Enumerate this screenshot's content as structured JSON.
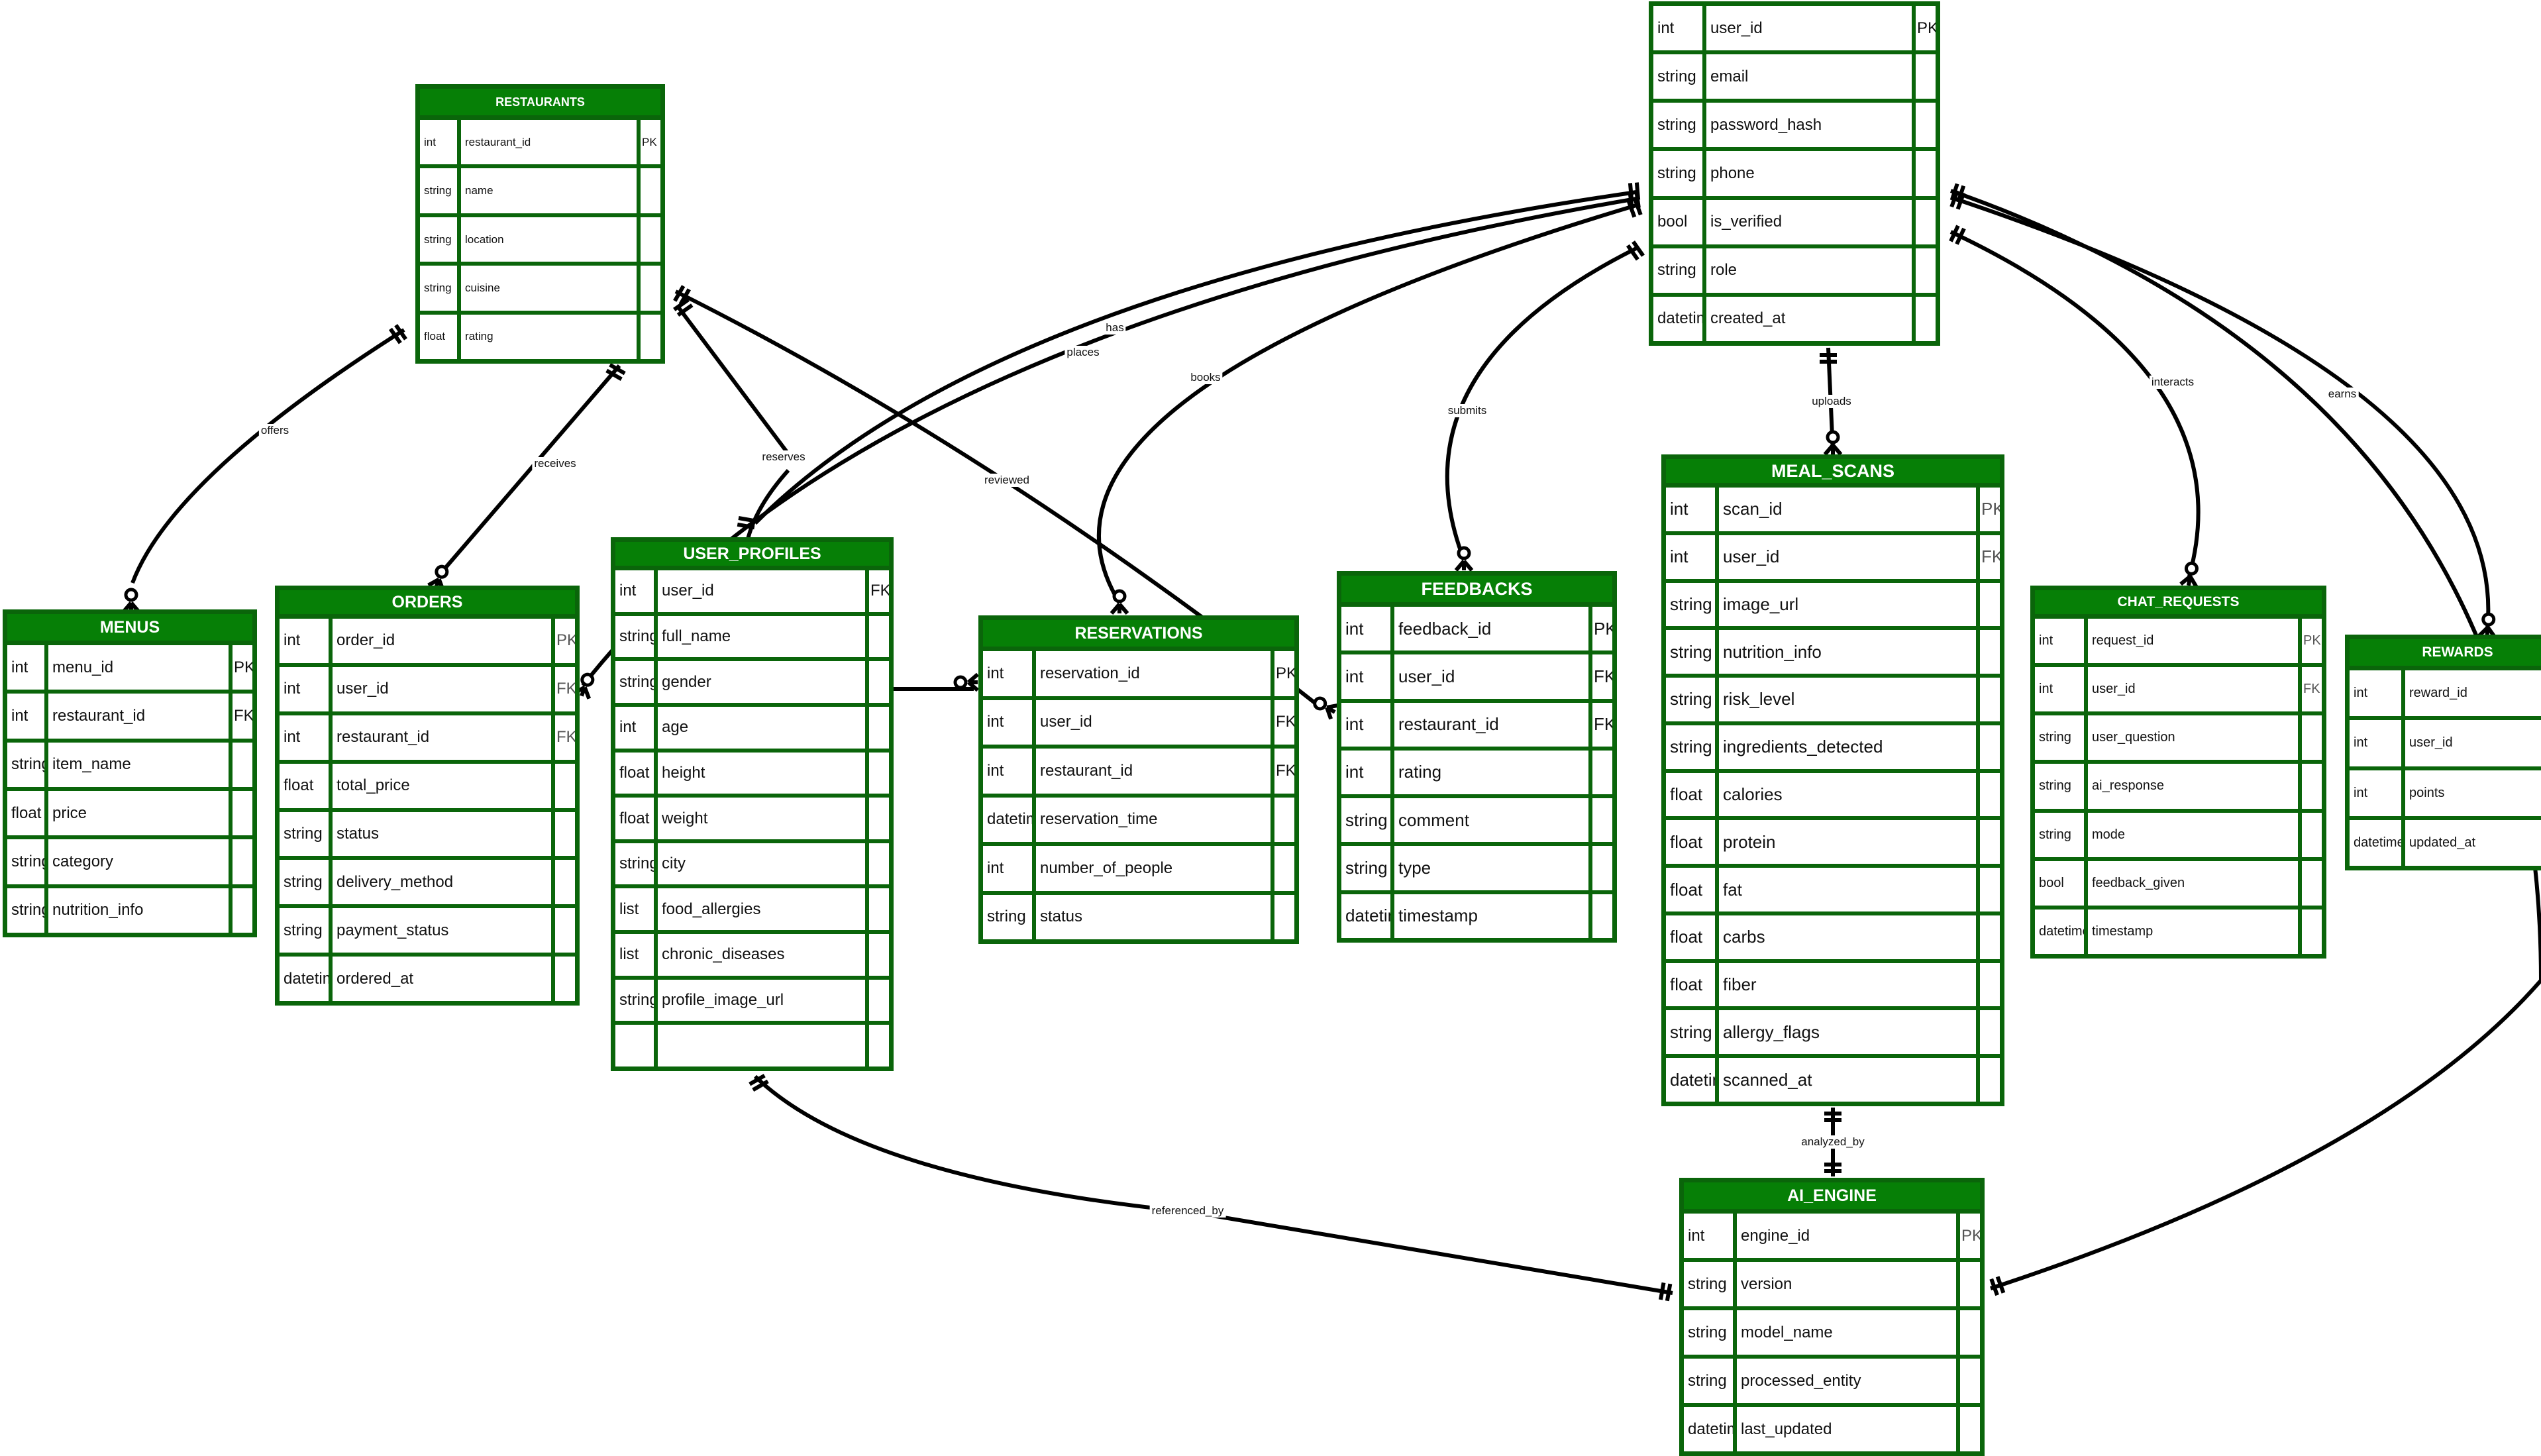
{
  "diagram": {
    "type": "entity-relationship",
    "entities": [
      {
        "id": "users",
        "title": "",
        "columns": [
          {
            "type": "int",
            "name": "user_id",
            "key": "PK"
          },
          {
            "type": "string",
            "name": "email",
            "key": ""
          },
          {
            "type": "string",
            "name": "password_hash",
            "key": ""
          },
          {
            "type": "string",
            "name": "phone",
            "key": ""
          },
          {
            "type": "bool",
            "name": "is_verified",
            "key": ""
          },
          {
            "type": "string",
            "name": "role",
            "key": ""
          },
          {
            "type": "datetime",
            "name": "created_at",
            "key": ""
          }
        ]
      },
      {
        "id": "restaurants",
        "title": "RESTAURANTS",
        "columns": [
          {
            "type": "int",
            "name": "restaurant_id",
            "key": "PK"
          },
          {
            "type": "string",
            "name": "name",
            "key": ""
          },
          {
            "type": "string",
            "name": "location",
            "key": ""
          },
          {
            "type": "string",
            "name": "cuisine",
            "key": ""
          },
          {
            "type": "float",
            "name": "rating",
            "key": ""
          }
        ]
      },
      {
        "id": "menus",
        "title": "MENUS",
        "columns": [
          {
            "type": "int",
            "name": "menu_id",
            "key": "PK"
          },
          {
            "type": "int",
            "name": "restaurant_id",
            "key": "FK"
          },
          {
            "type": "string",
            "name": "item_name",
            "key": ""
          },
          {
            "type": "float",
            "name": "price",
            "key": ""
          },
          {
            "type": "string",
            "name": "category",
            "key": ""
          },
          {
            "type": "string",
            "name": "nutrition_info",
            "key": ""
          }
        ]
      },
      {
        "id": "orders",
        "title": "ORDERS",
        "columns": [
          {
            "type": "int",
            "name": "order_id",
            "key": "PK"
          },
          {
            "type": "int",
            "name": "user_id",
            "key": "FK"
          },
          {
            "type": "int",
            "name": "restaurant_id",
            "key": "FK"
          },
          {
            "type": "float",
            "name": "total_price",
            "key": ""
          },
          {
            "type": "string",
            "name": "status",
            "key": ""
          },
          {
            "type": "string",
            "name": "delivery_method",
            "key": ""
          },
          {
            "type": "string",
            "name": "payment_status",
            "key": ""
          },
          {
            "type": "datetime",
            "name": "ordered_at",
            "key": ""
          }
        ]
      },
      {
        "id": "user_profiles",
        "title": "USER_PROFILES",
        "columns": [
          {
            "type": "int",
            "name": "user_id",
            "key": "FK"
          },
          {
            "type": "string",
            "name": "full_name",
            "key": ""
          },
          {
            "type": "string",
            "name": "gender",
            "key": ""
          },
          {
            "type": "int",
            "name": "age",
            "key": ""
          },
          {
            "type": "float",
            "name": "height",
            "key": ""
          },
          {
            "type": "float",
            "name": "weight",
            "key": ""
          },
          {
            "type": "string",
            "name": "city",
            "key": ""
          },
          {
            "type": "list",
            "name": "food_allergies",
            "key": ""
          },
          {
            "type": "list",
            "name": "chronic_diseases",
            "key": ""
          },
          {
            "type": "string",
            "name": "profile_image_url",
            "key": ""
          },
          {
            "type": "",
            "name": "",
            "key": ""
          }
        ]
      },
      {
        "id": "reservations",
        "title": "RESERVATIONS",
        "columns": [
          {
            "type": "int",
            "name": "reservation_id",
            "key": "PK"
          },
          {
            "type": "int",
            "name": "user_id",
            "key": "FK"
          },
          {
            "type": "int",
            "name": "restaurant_id",
            "key": "FK"
          },
          {
            "type": "datetime",
            "name": "reservation_time",
            "key": ""
          },
          {
            "type": "int",
            "name": "number_of_people",
            "key": ""
          },
          {
            "type": "string",
            "name": "status",
            "key": ""
          }
        ]
      },
      {
        "id": "feedbacks",
        "title": "FEEDBACKS",
        "columns": [
          {
            "type": "int",
            "name": "feedback_id",
            "key": "PK"
          },
          {
            "type": "int",
            "name": "user_id",
            "key": "FK"
          },
          {
            "type": "int",
            "name": "restaurant_id",
            "key": "FK"
          },
          {
            "type": "int",
            "name": "rating",
            "key": ""
          },
          {
            "type": "string",
            "name": "comment",
            "key": ""
          },
          {
            "type": "string",
            "name": "type",
            "key": ""
          },
          {
            "type": "datetime",
            "name": "timestamp",
            "key": ""
          }
        ]
      },
      {
        "id": "meal_scans",
        "title": "MEAL_SCANS",
        "columns": [
          {
            "type": "int",
            "name": "scan_id",
            "key": "PK"
          },
          {
            "type": "int",
            "name": "user_id",
            "key": "FK"
          },
          {
            "type": "string",
            "name": "image_url",
            "key": ""
          },
          {
            "type": "string",
            "name": "nutrition_info",
            "key": ""
          },
          {
            "type": "string",
            "name": "risk_level",
            "key": ""
          },
          {
            "type": "string",
            "name": "ingredients_detected",
            "key": ""
          },
          {
            "type": "float",
            "name": "calories",
            "key": ""
          },
          {
            "type": "float",
            "name": "protein",
            "key": ""
          },
          {
            "type": "float",
            "name": "fat",
            "key": ""
          },
          {
            "type": "float",
            "name": "carbs",
            "key": ""
          },
          {
            "type": "float",
            "name": "fiber",
            "key": ""
          },
          {
            "type": "string",
            "name": "allergy_flags",
            "key": ""
          },
          {
            "type": "datetime",
            "name": "scanned_at",
            "key": ""
          }
        ]
      },
      {
        "id": "chat_requests",
        "title": "CHAT_REQUESTS",
        "columns": [
          {
            "type": "int",
            "name": "request_id",
            "key": "PK"
          },
          {
            "type": "int",
            "name": "user_id",
            "key": "FK"
          },
          {
            "type": "string",
            "name": "user_question",
            "key": ""
          },
          {
            "type": "string",
            "name": "ai_response",
            "key": ""
          },
          {
            "type": "string",
            "name": "mode",
            "key": ""
          },
          {
            "type": "bool",
            "name": "feedback_given",
            "key": ""
          },
          {
            "type": "datetime",
            "name": "timestamp",
            "key": ""
          }
        ]
      },
      {
        "id": "rewards",
        "title": "REWARDS",
        "columns": [
          {
            "type": "int",
            "name": "reward_id",
            "key": ""
          },
          {
            "type": "int",
            "name": "user_id",
            "key": ""
          },
          {
            "type": "int",
            "name": "points",
            "key": ""
          },
          {
            "type": "datetime",
            "name": "updated_at",
            "key": ""
          }
        ]
      },
      {
        "id": "ai_engine",
        "title": "AI_ENGINE",
        "columns": [
          {
            "type": "int",
            "name": "engine_id",
            "key": "PK"
          },
          {
            "type": "string",
            "name": "version",
            "key": ""
          },
          {
            "type": "string",
            "name": "model_name",
            "key": ""
          },
          {
            "type": "string",
            "name": "processed_entity",
            "key": ""
          },
          {
            "type": "datetime",
            "name": "last_updated",
            "key": ""
          }
        ]
      }
    ],
    "relationships": [
      {
        "id": "offers",
        "label": "offers",
        "from": "restaurants",
        "to": "menus",
        "from_card": "one-mandatory",
        "to_card": "zero-or-many"
      },
      {
        "id": "receives",
        "label": "receives",
        "from": "restaurants",
        "to": "orders",
        "from_card": "one-mandatory",
        "to_card": "zero-or-many"
      },
      {
        "id": "reserves",
        "label": "reserves",
        "from": "restaurants",
        "to": "reservations",
        "from_card": "one-mandatory",
        "to_card": "zero-or-many"
      },
      {
        "id": "reviewed",
        "label": "reviewed",
        "from": "restaurants",
        "to": "feedbacks",
        "from_card": "one-mandatory",
        "to_card": "zero-or-many"
      },
      {
        "id": "has",
        "label": "has",
        "from": "users",
        "to": "user_profiles",
        "from_card": "one-mandatory",
        "to_card": "one-mandatory"
      },
      {
        "id": "places",
        "label": "places",
        "from": "users",
        "to": "orders",
        "from_card": "one-mandatory",
        "to_card": "zero-or-many"
      },
      {
        "id": "books",
        "label": "books",
        "from": "users",
        "to": "reservations",
        "from_card": "one-mandatory",
        "to_card": "zero-or-many"
      },
      {
        "id": "submits",
        "label": "submits",
        "from": "users",
        "to": "feedbacks",
        "from_card": "one-mandatory",
        "to_card": "zero-or-many"
      },
      {
        "id": "uploads",
        "label": "uploads",
        "from": "users",
        "to": "meal_scans",
        "from_card": "one-mandatory",
        "to_card": "zero-or-many"
      },
      {
        "id": "interacts",
        "label": "interacts",
        "from": "users",
        "to": "chat_requests",
        "from_card": "one-mandatory",
        "to_card": "zero-or-many"
      },
      {
        "id": "earns",
        "label": "earns",
        "from": "users",
        "to": "rewards",
        "from_card": "one-mandatory",
        "to_card": "zero-or-many"
      },
      {
        "id": "users_ai",
        "label": "",
        "from": "users",
        "to": "ai_engine",
        "from_card": "one-mandatory",
        "to_card": "one-mandatory"
      },
      {
        "id": "analyzed_by",
        "label": "analyzed_by",
        "from": "meal_scans",
        "to": "ai_engine",
        "from_card": "one-mandatory",
        "to_card": "one-mandatory"
      },
      {
        "id": "referenced_by",
        "label": "referenced_by",
        "from": "user_profiles",
        "to": "ai_engine",
        "from_card": "one-mandatory",
        "to_card": "one-mandatory"
      }
    ]
  }
}
